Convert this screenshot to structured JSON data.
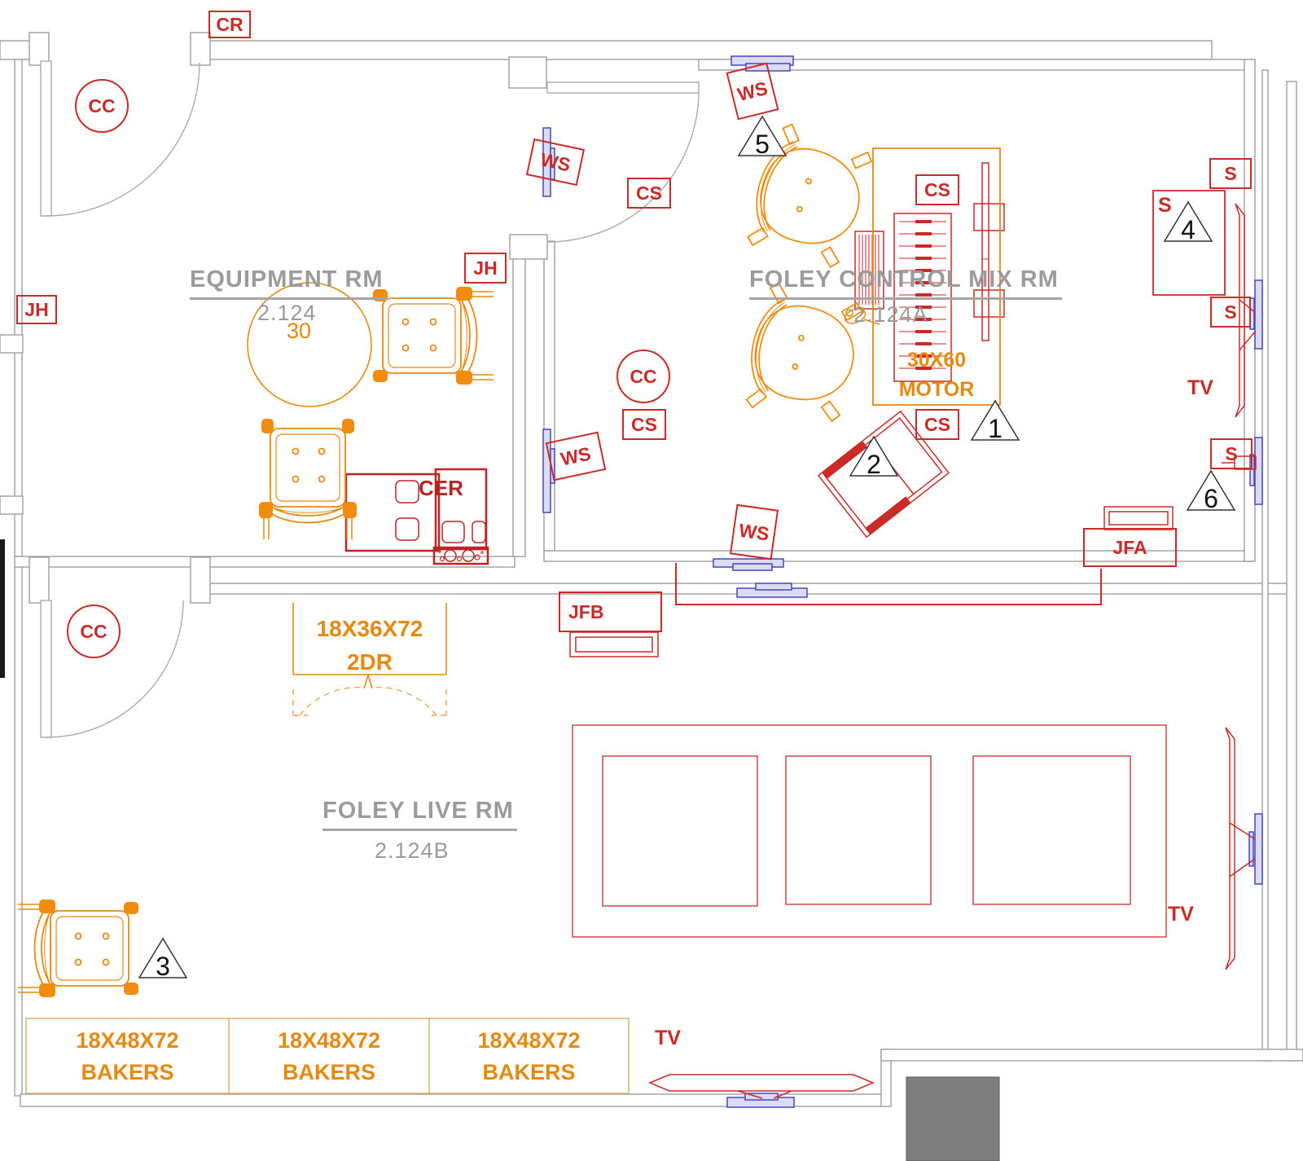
{
  "drawing_type": "foley-stage-floor-plan",
  "colors": {
    "tag_red": "#cc2a27",
    "furniture_orange": "#e8890f",
    "text_gray": "#9b9b9b",
    "wall_gray": "#9e9e9e",
    "speaker_blue": "#4646c0",
    "column_fill": "#7e7e7e"
  },
  "rooms": [
    {
      "name": "EQUIPMENT RM",
      "number": "2.124"
    },
    {
      "name": "FOLEY CONTROL MIX RM",
      "number": "2.124A"
    },
    {
      "name": "FOLEY LIVE RM",
      "number": "2.124B"
    }
  ],
  "tags": [
    {
      "text": "CR"
    },
    {
      "text": "JH"
    },
    {
      "text": "JH"
    },
    {
      "text": "WS"
    },
    {
      "text": "WS"
    },
    {
      "text": "WS"
    },
    {
      "text": "WS"
    },
    {
      "text": "CS"
    },
    {
      "text": "CS"
    },
    {
      "text": "CS"
    },
    {
      "text": "CS"
    },
    {
      "text": "S"
    },
    {
      "text": "S"
    },
    {
      "text": "S"
    },
    {
      "text": "JFA"
    },
    {
      "text": "JFB"
    }
  ],
  "circle_tags": [
    {
      "text": "CC"
    },
    {
      "text": "CC"
    },
    {
      "text": "CC"
    }
  ],
  "texts": {
    "s_speaker": "S",
    "tv": "TV",
    "cer": "CER",
    "round_table_count": "30"
  },
  "cabinets": {
    "motor_desk": {
      "line1": "30X60",
      "line2": "MOTOR"
    },
    "two_door": {
      "line1": "18X36X72",
      "line2": "2DR"
    },
    "bakers": {
      "line1": "18X48X72",
      "line2": "BAKERS"
    }
  },
  "triangles": [
    {
      "num": "1"
    },
    {
      "num": "2"
    },
    {
      "num": "3"
    },
    {
      "num": "4"
    },
    {
      "num": "5"
    },
    {
      "num": "6"
    }
  ]
}
